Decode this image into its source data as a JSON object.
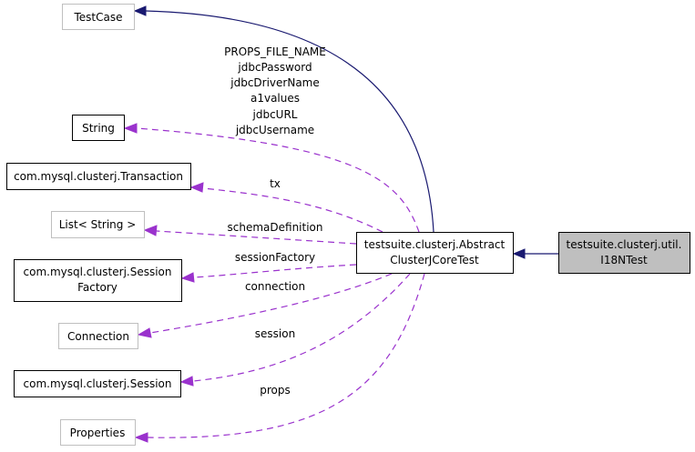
{
  "diagram": {
    "nodes": {
      "testcase": {
        "label": "TestCase"
      },
      "string": {
        "label": "String"
      },
      "transaction": {
        "label": "com.mysql.clusterj.Transaction"
      },
      "list_string": {
        "label": "List< String >"
      },
      "session_factory": {
        "label_line1": "com.mysql.clusterj.Session",
        "label_line2": "Factory"
      },
      "connection": {
        "label": "Connection"
      },
      "session": {
        "label": "com.mysql.clusterj.Session"
      },
      "properties": {
        "label": "Properties"
      },
      "abstract_test": {
        "label_line1": "testsuite.clusterj.Abstract",
        "label_line2": "ClusterJCoreTest"
      },
      "i18n_test": {
        "label_line1": "testsuite.clusterj.util.",
        "label_line2": "I18NTest"
      }
    },
    "edge_labels": {
      "string_fields": [
        "PROPS_FILE_NAME",
        "jdbcPassword",
        "jdbcDriverName",
        "a1values",
        "jdbcURL",
        "jdbcUsername"
      ],
      "tx": "tx",
      "schema_definition": "schemaDefinition",
      "session_factory": "sessionFactory",
      "connection": "connection",
      "session": "session",
      "props": "props"
    },
    "colors": {
      "inheritance_edge": "#191970",
      "usage_edge": "#9a32cd",
      "focus_node_fill": "#bfbfbf",
      "external_node_border": "#bfbfbf"
    }
  }
}
